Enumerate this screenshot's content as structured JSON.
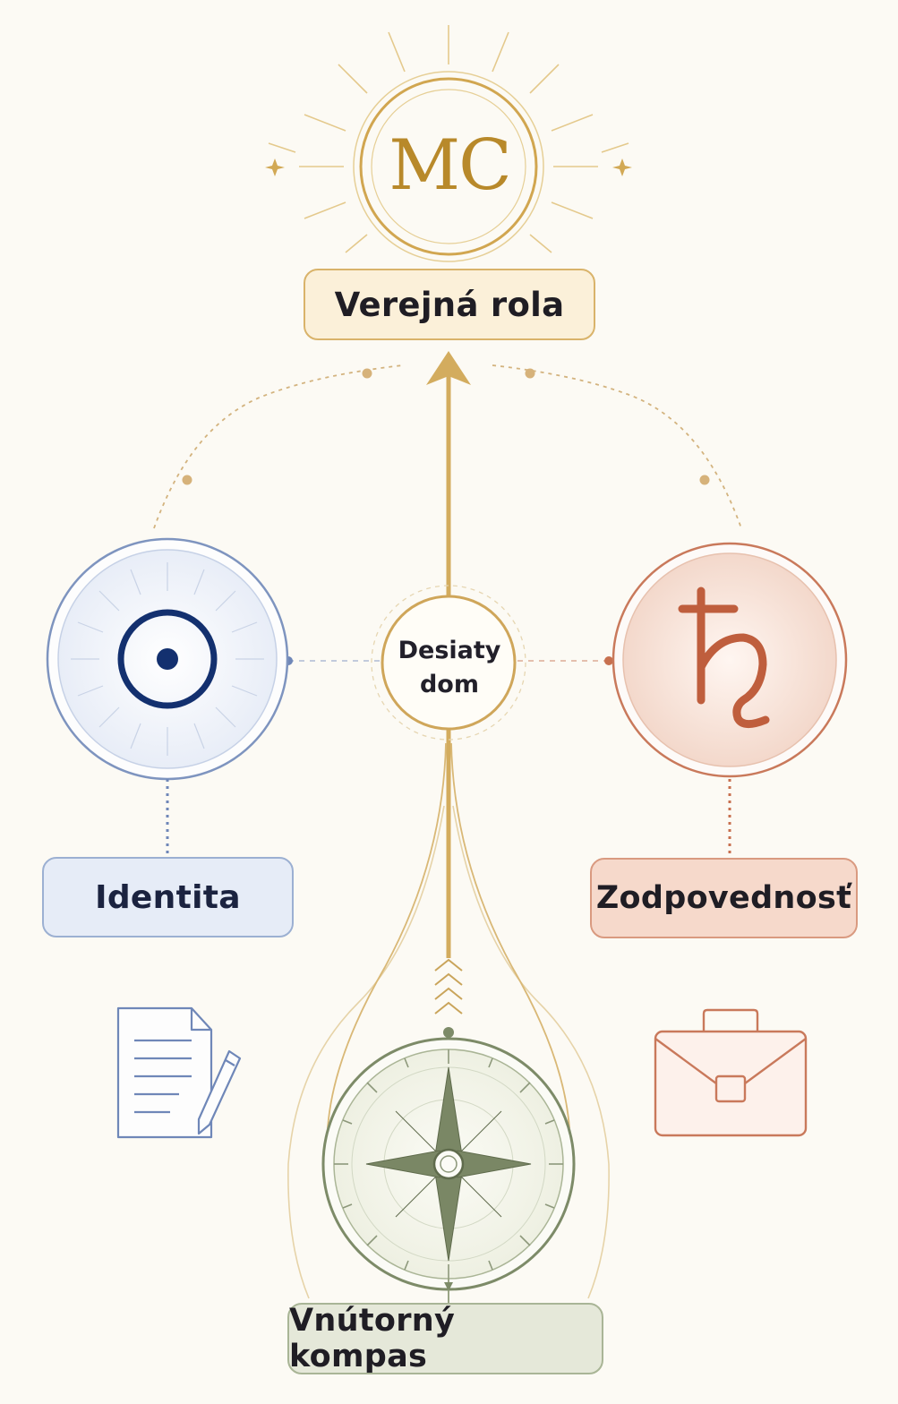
{
  "mc": {
    "symbol": "MC",
    "label": "Verejná rola"
  },
  "center": {
    "line1": "Desiaty",
    "line2": "dom"
  },
  "sun": {
    "label": "Identita"
  },
  "saturn": {
    "label": "Zodpovednosť"
  },
  "compass": {
    "label": "Vnútorný kompas"
  },
  "colors": {
    "gold": "#c9a45a",
    "blue": "#6f87b8",
    "navy": "#13306f",
    "rust": "#c7704f",
    "olive": "#6f7d5c",
    "background": "#fcfaf4"
  },
  "icons": [
    "mc-sun-icon",
    "sun-symbol-icon",
    "saturn-symbol-icon",
    "compass-icon",
    "document-pen-icon",
    "briefcase-icon"
  ]
}
